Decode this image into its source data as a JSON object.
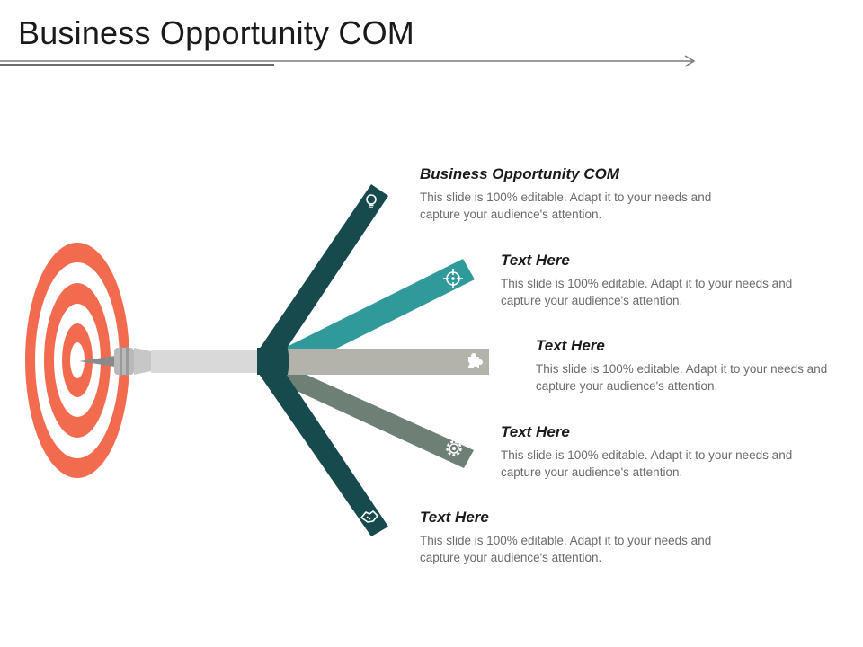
{
  "slide": {
    "title": "Business Opportunity COM"
  },
  "colors": {
    "target_ring": "#f26b4f",
    "dark_teal": "#174a4c",
    "teal": "#30999a",
    "grey": "#b3b3ab",
    "slate": "#6e7f76",
    "dart_body": "#d6d6d6"
  },
  "items": [
    {
      "heading": "Business Opportunity COM",
      "body": "This slide is 100% editable. Adapt it to your needs and capture your audience's attention.",
      "icon": "lightbulb-icon",
      "color": "#174a4c"
    },
    {
      "heading": "Text Here",
      "body": "This slide is 100% editable. Adapt it to your needs and capture your audience's attention.",
      "icon": "crosshair-icon",
      "color": "#30999a"
    },
    {
      "heading": "Text Here",
      "body": "This slide is 100% editable. Adapt it to your needs and capture your audience's attention.",
      "icon": "puzzle-icon",
      "color": "#b3b3ab"
    },
    {
      "heading": "Text Here",
      "body": "This slide is 100% editable. Adapt it to your needs and capture your audience's attention.",
      "icon": "gear-icon",
      "color": "#6e7f76"
    },
    {
      "heading": "Text Here",
      "body": "This slide is 100% editable. Adapt it to your needs and capture your audience's attention.",
      "icon": "handshake-icon",
      "color": "#174a4c"
    }
  ]
}
